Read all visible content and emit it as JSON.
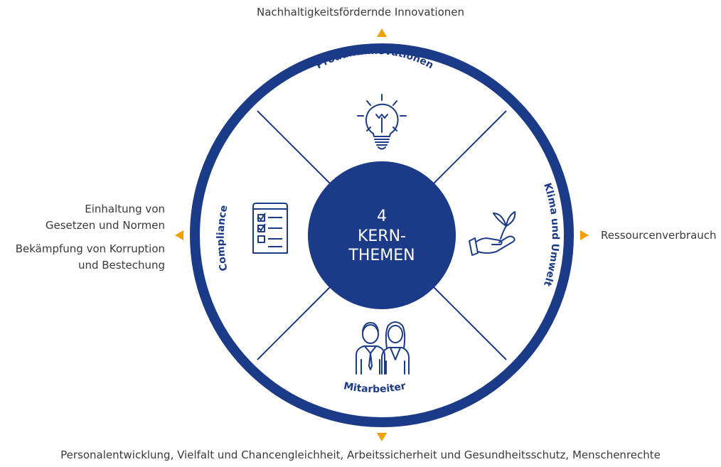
{
  "colors": {
    "primary": "#1b3a87",
    "accent": "#f0a000",
    "text": "#3a3a3a",
    "white": "#ffffff"
  },
  "center": {
    "number": "4",
    "line1": "KERN-",
    "line2": "THEMEN"
  },
  "segments": {
    "top": {
      "label": "Produktinnovationen",
      "icon": "lightbulb-icon"
    },
    "right": {
      "label": "Klima und Umwelt",
      "icon": "hand-plant-icon"
    },
    "bottom": {
      "label": "Mitarbeiter",
      "icon": "employees-icon"
    },
    "left": {
      "label": "Compliance",
      "icon": "checklist-icon"
    }
  },
  "outer": {
    "top": "Nachhaltigkeitsfördernde Innovationen",
    "right": "Ressourcenverbrauch",
    "left": [
      "Einhaltung von",
      "Gesetzen und Normen",
      "Bekämpfung von Korruption",
      "und Bestechung"
    ],
    "bottom": "Personalentwicklung, Vielfalt und Chancengleichheit, Arbeitssicherheit und Gesundheitsschutz, Menschenrechte"
  }
}
